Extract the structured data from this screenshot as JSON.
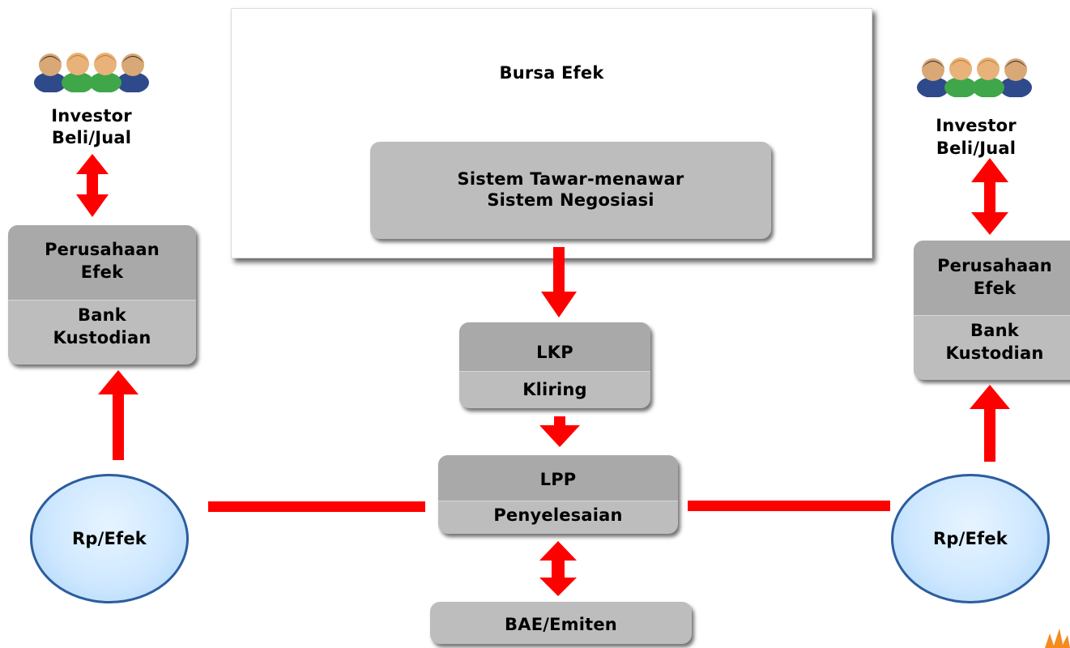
{
  "bursa": {
    "title": "Bursa Efek"
  },
  "system_box": {
    "line1": "Sistem Tawar-menawar",
    "line2": "Sistem Negosiasi"
  },
  "left": {
    "investor_line1": "Investor",
    "investor_line2": "Beli/Jual",
    "broker_line1": "Perusahaan",
    "broker_line2": "Efek",
    "custodian_line1": "Bank",
    "custodian_line2": "Kustodian",
    "circle": "Rp/Efek"
  },
  "right": {
    "investor_line1": "Investor",
    "investor_line2": "Beli/Jual",
    "broker_line1": "Perusahaan",
    "broker_line2": "Efek",
    "custodian_line1": "Bank",
    "custodian_line2": "Kustodian",
    "circle": "Rp/Efek"
  },
  "lkp": {
    "title": "LKP",
    "subtitle": "Kliring"
  },
  "lpp": {
    "title": "LPP",
    "subtitle": "Penyelesaian"
  },
  "bae": {
    "title": "BAE/Emiten"
  },
  "colors": {
    "arrow": "#ff0000",
    "box": "#bdbdbd",
    "box_top": "#a9a9a9",
    "circle_border": "#2b5c9e"
  }
}
